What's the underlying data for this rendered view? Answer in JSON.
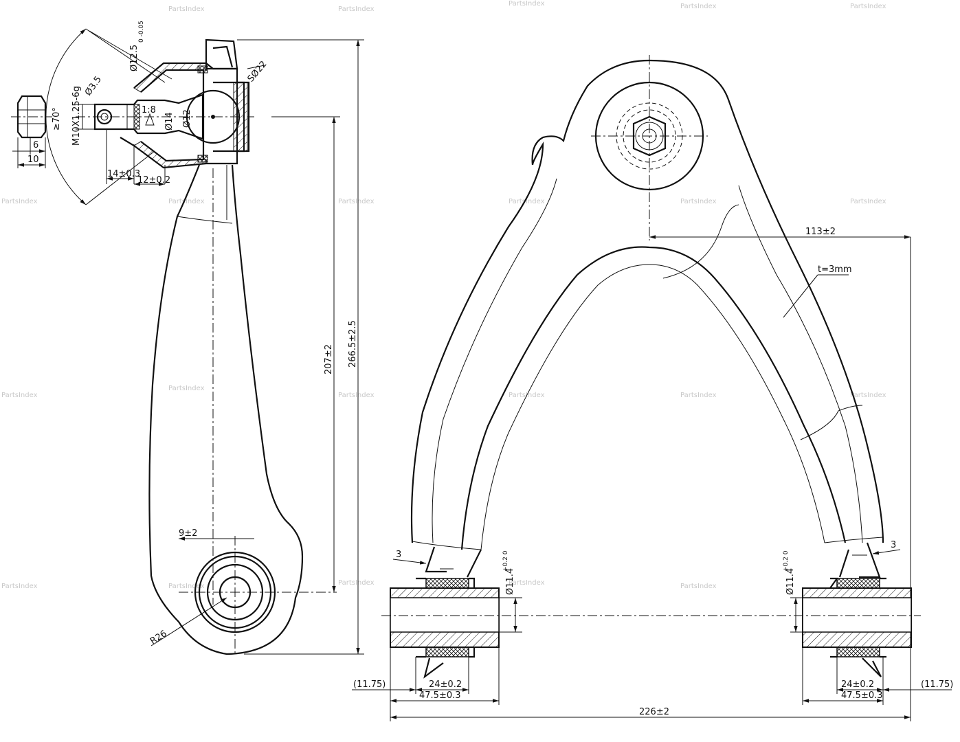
{
  "watermark": "PartsIndex",
  "side_view": {
    "thread": "M10X1.25-6g",
    "angle": "≥70°",
    "pin_hole": "Ø3.5",
    "stud_dia": "Ø12.5",
    "stud_tol": "0 -0.05",
    "taper": "1:8",
    "dia14": "Ø14",
    "dia12": "Ø12",
    "sphere": "SØ22",
    "nut_6": "6",
    "nut_10": "10",
    "len_14": "14±0.3",
    "len_12": "12±0.2",
    "height_207": "207±2",
    "height_266": "266.5±2.5",
    "offset_9": "9±2",
    "radius": "R26"
  },
  "front_view": {
    "dim_113": "113±2",
    "thickness": "t=3mm",
    "gap_left": "3",
    "gap_right": "3",
    "bush_dia": "Ø11.4",
    "bush_tol": "+0.2 0",
    "left_off": "(11.75)",
    "right_off": "(11.75)",
    "left_24": "24±0.2",
    "right_24": "24±0.2",
    "left_47": "47.5±0.3",
    "right_47": "47.5±0.3",
    "overall": "226±2"
  }
}
